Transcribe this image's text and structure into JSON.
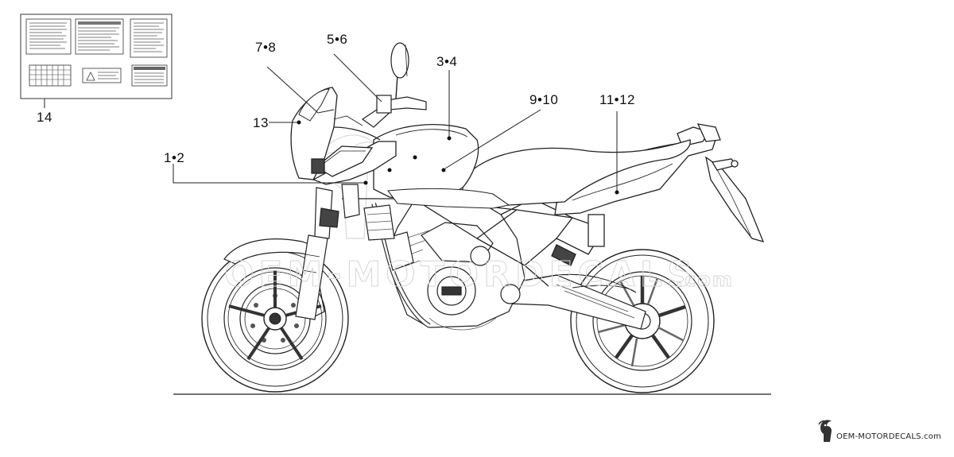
{
  "callouts": {
    "c14": "14",
    "c78": "7•8",
    "c56": "5•6",
    "c34": "3•4",
    "c910": "9•10",
    "c1112": "11•12",
    "c13": "13",
    "c12": "1•2"
  },
  "watermark": {
    "line1": "OEM-MOTORDECALS",
    "line2": ".com"
  },
  "brand": {
    "text": "OEM-MOTORDECALS.com",
    "icon": "bird-head-icon"
  }
}
